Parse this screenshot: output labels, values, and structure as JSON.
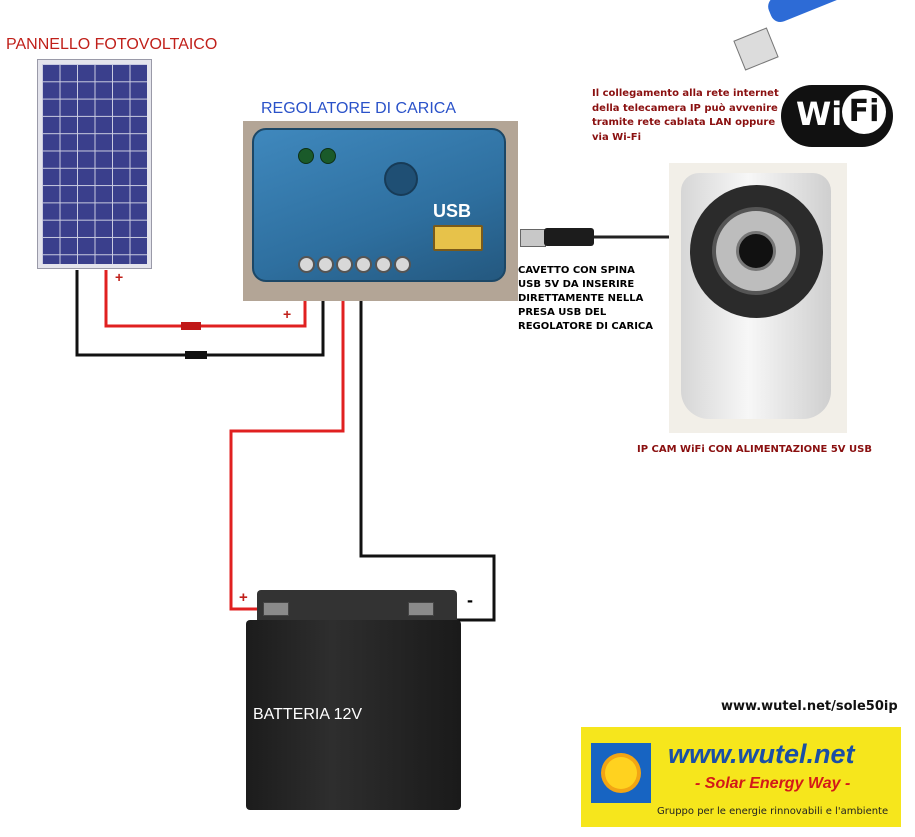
{
  "labels": {
    "solar_panel": "PANNELLO FOTOVOLTAICO",
    "charge_regulator": "REGOLATORE DI CARICA",
    "usb": "USB",
    "battery": "BATTERIA 12V",
    "plus": "+",
    "minus": "-"
  },
  "network_note": {
    "lines": [
      "Il collegamento alla rete internet",
      "della telecamera IP può avvenire",
      "tramite rete cablata LAN oppure",
      "via Wi-Fi"
    ]
  },
  "cable_note": {
    "lines": [
      "CAVETTO CON SPINA",
      "USB 5V DA INSERIRE",
      "DIRETTAMENTE NELLA",
      "PRESA USB DEL",
      "REGOLATORE DI CARICA"
    ]
  },
  "camera_caption": "IP CAM WiFi CON ALIMENTAZIONE 5V USB",
  "wifi_logo": {
    "wi": "Wi",
    "fi": "Fi"
  },
  "url": "www.wutel.net/sole50ip",
  "logo": {
    "title": "www.wutel.net",
    "tagline": "- Solar Energy Way -",
    "footer": "Gruppo per le energie rinnovabili e l'ambiente"
  },
  "colors": {
    "positive_wire": "#e02020",
    "negative_wire": "#111111",
    "label_red": "#c0201a",
    "label_blue": "#2a52c9",
    "logo_yellow": "#f6e61c",
    "logo_blue": "#1a4fa5"
  }
}
